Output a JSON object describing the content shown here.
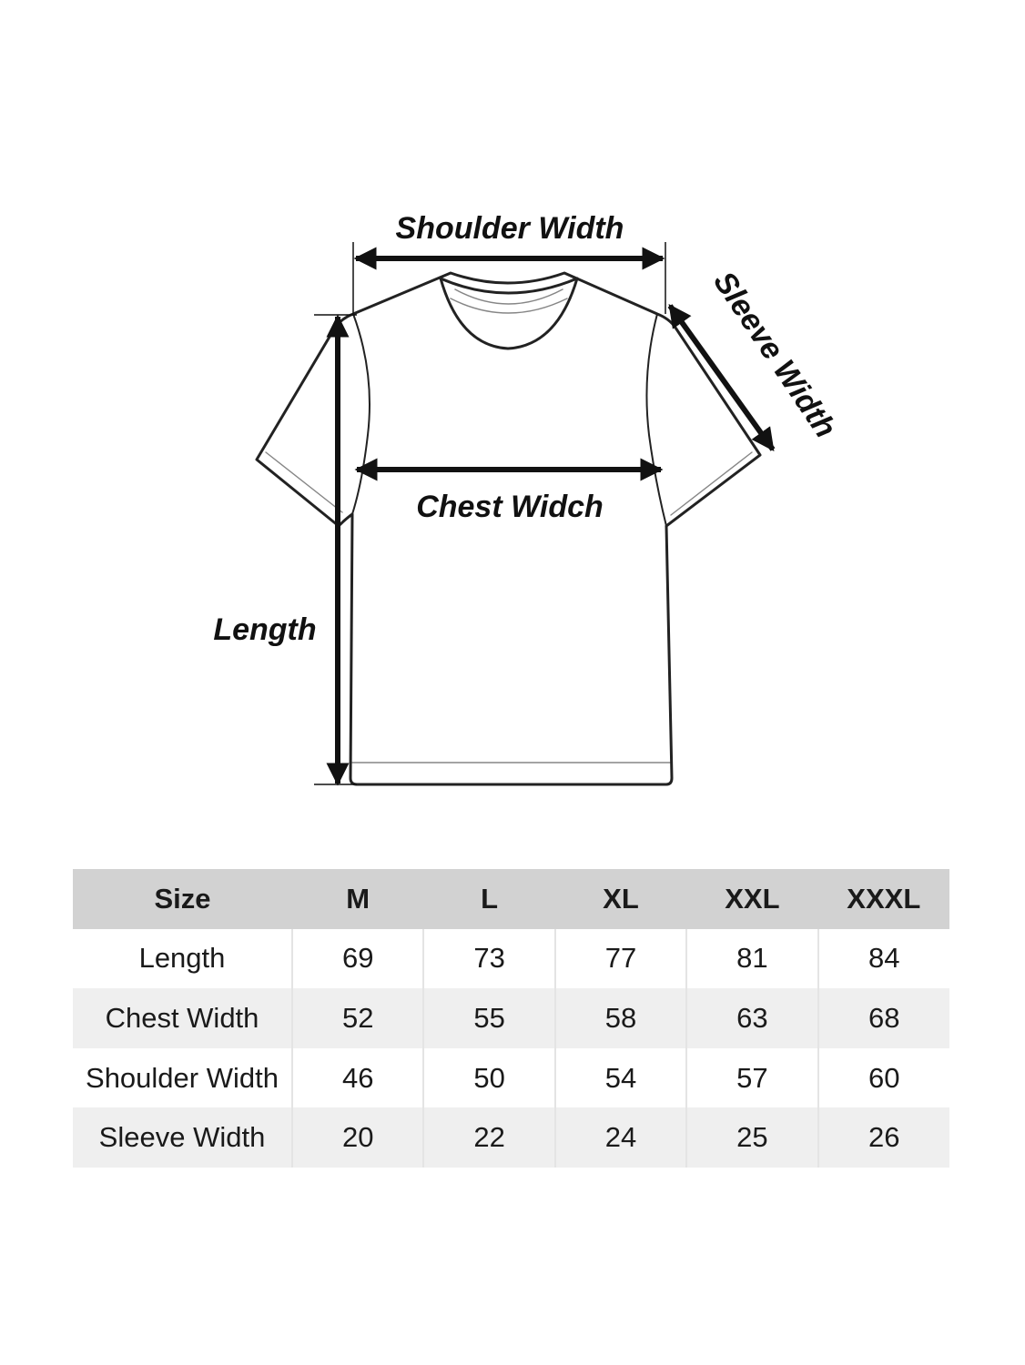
{
  "diagram": {
    "labels": {
      "shoulder_width": "Shoulder Width",
      "sleeve_width": "Sleeve Width",
      "chest_width": "Chest Widch",
      "length": "Length"
    }
  },
  "table": {
    "columns": [
      "Size",
      "M",
      "L",
      "XL",
      "XXL",
      "XXXL"
    ],
    "rows": [
      {
        "label": "Length",
        "values": [
          "69",
          "73",
          "77",
          "81",
          "84"
        ]
      },
      {
        "label": "Chest Width",
        "values": [
          "52",
          "55",
          "58",
          "63",
          "68"
        ]
      },
      {
        "label": "Shoulder Width",
        "values": [
          "46",
          "50",
          "54",
          "57",
          "60"
        ]
      },
      {
        "label": "Sleeve Width",
        "values": [
          "20",
          "22",
          "24",
          "25",
          "26"
        ]
      }
    ]
  }
}
